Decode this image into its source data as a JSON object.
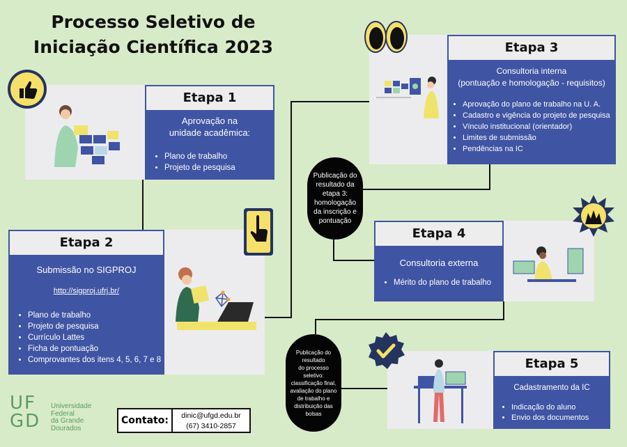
{
  "title": {
    "line1": "Processo Seletivo de",
    "line2": "Iniciação Científica 2023"
  },
  "etapa1": {
    "heading": "Etapa 1",
    "subtitle_line1": "Aprovação na",
    "subtitle_line2": "unidade acadêmica:",
    "items": [
      "Plano de trabalho",
      "Projeto de pesquisa"
    ]
  },
  "etapa2": {
    "heading": "Etapa 2",
    "subtitle": "Submissão no SIGPROJ",
    "link": "http://sigproj.ufrj.br/",
    "items": [
      "Plano de trabalho",
      "Projeto de pesquisa",
      "Currículo Lattes",
      "Ficha de pontuação",
      "Comprovantes dos itens 4, 5, 6, 7 e 8"
    ]
  },
  "etapa3": {
    "heading": "Etapa 3",
    "subtitle_line1": "Consultoria interna",
    "subtitle_line2": "(pontuação e homologação - requisitos)",
    "items": [
      "Aprovação do plano de trabalho na U. A.",
      "Cadastro e vigência do projeto de pesquisa",
      "Vínculo institucional (orientador)",
      "Limites de submissão",
      "Pendências na IC"
    ]
  },
  "etapa4": {
    "heading": "Etapa 4",
    "subtitle": "Consultoria externa",
    "items": [
      "Mérito do plano de trabalho"
    ]
  },
  "etapa5": {
    "heading": "Etapa 5",
    "subtitle": "Cadastramento da IC",
    "items": [
      "Indicação do aluno",
      "Envio dos documentos"
    ]
  },
  "bubble1": [
    "Publicação do",
    "resultado da",
    "etapa 3:",
    "homologação",
    "da inscrição e",
    "pontuação"
  ],
  "bubble2": [
    "Publicação do",
    "resultado",
    "do processo",
    "seletivo:",
    "classificação final,",
    "avaliação do plano",
    "de trabalho e",
    "distribuição das",
    "bolsas"
  ],
  "contact": {
    "label": "Contato:",
    "email": "dinic@ufgd.edu.br",
    "phone": "(67) 3410-2857"
  },
  "logo": {
    "mark_top": "UF",
    "mark_bottom": "GD",
    "lines": [
      "Universidade",
      "Federal",
      "da Grande",
      "Dourados"
    ]
  },
  "icons": [
    "eyes-icon",
    "thumbs-up-icon",
    "pointing-hand-icon",
    "hands-up-burst-icon",
    "checkmark-icon"
  ],
  "colors": {
    "background": "#d8ebc8",
    "blue": "#3f54a3",
    "card": "#ececee",
    "badge": "#f5e06a",
    "logo_green": "#5a9a63"
  }
}
